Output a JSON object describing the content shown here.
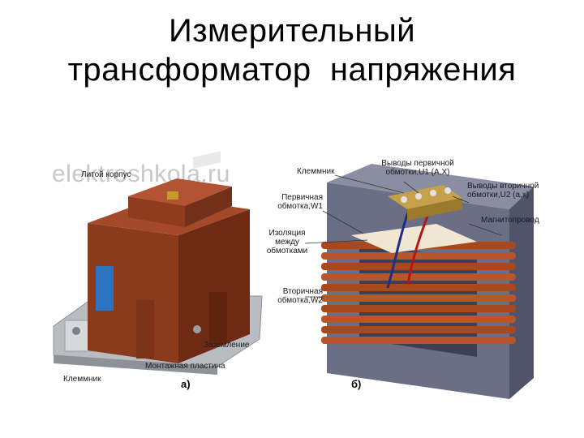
{
  "title": {
    "line1": "Измерительный",
    "line2": "трансформатор  напряжения"
  },
  "watermark": "elektroshkola.ru",
  "figure_a": {
    "label_cast_body": "Литой корпус",
    "label_grounding": "Заземление",
    "label_mounting_plate": "Монтажная пластина",
    "label_terminal": "Клеммник",
    "caption": "а)"
  },
  "figure_b": {
    "label_terminal": "Клеммник",
    "label_primary_leads_1": "Выводы первичной",
    "label_primary_leads_2": "обмотки,U1 (А,Х)",
    "label_secondary_leads_1": "Выводы вторичной",
    "label_secondary_leads_2": "обмотки,U2 (а,х)",
    "label_primary_winding_1": "Первичная",
    "label_primary_winding_2": "обмотка,W1",
    "label_magnetic_core": "Магнитопровод",
    "label_insulation_1": "Изоляция",
    "label_insulation_2": "между",
    "label_insulation_3": "обмотками",
    "label_secondary_winding_1": "Вторичная",
    "label_secondary_winding_2": "обмотка,W2",
    "caption": "б)"
  },
  "colors": {
    "cast_body": "#8b3a1c",
    "core": "#6b6f86",
    "copper_coil": "#a8491d",
    "mounting_plate": "#b9bcc3",
    "primary_lead": "#1b2f8a",
    "secondary_lead": "#b31515"
  }
}
